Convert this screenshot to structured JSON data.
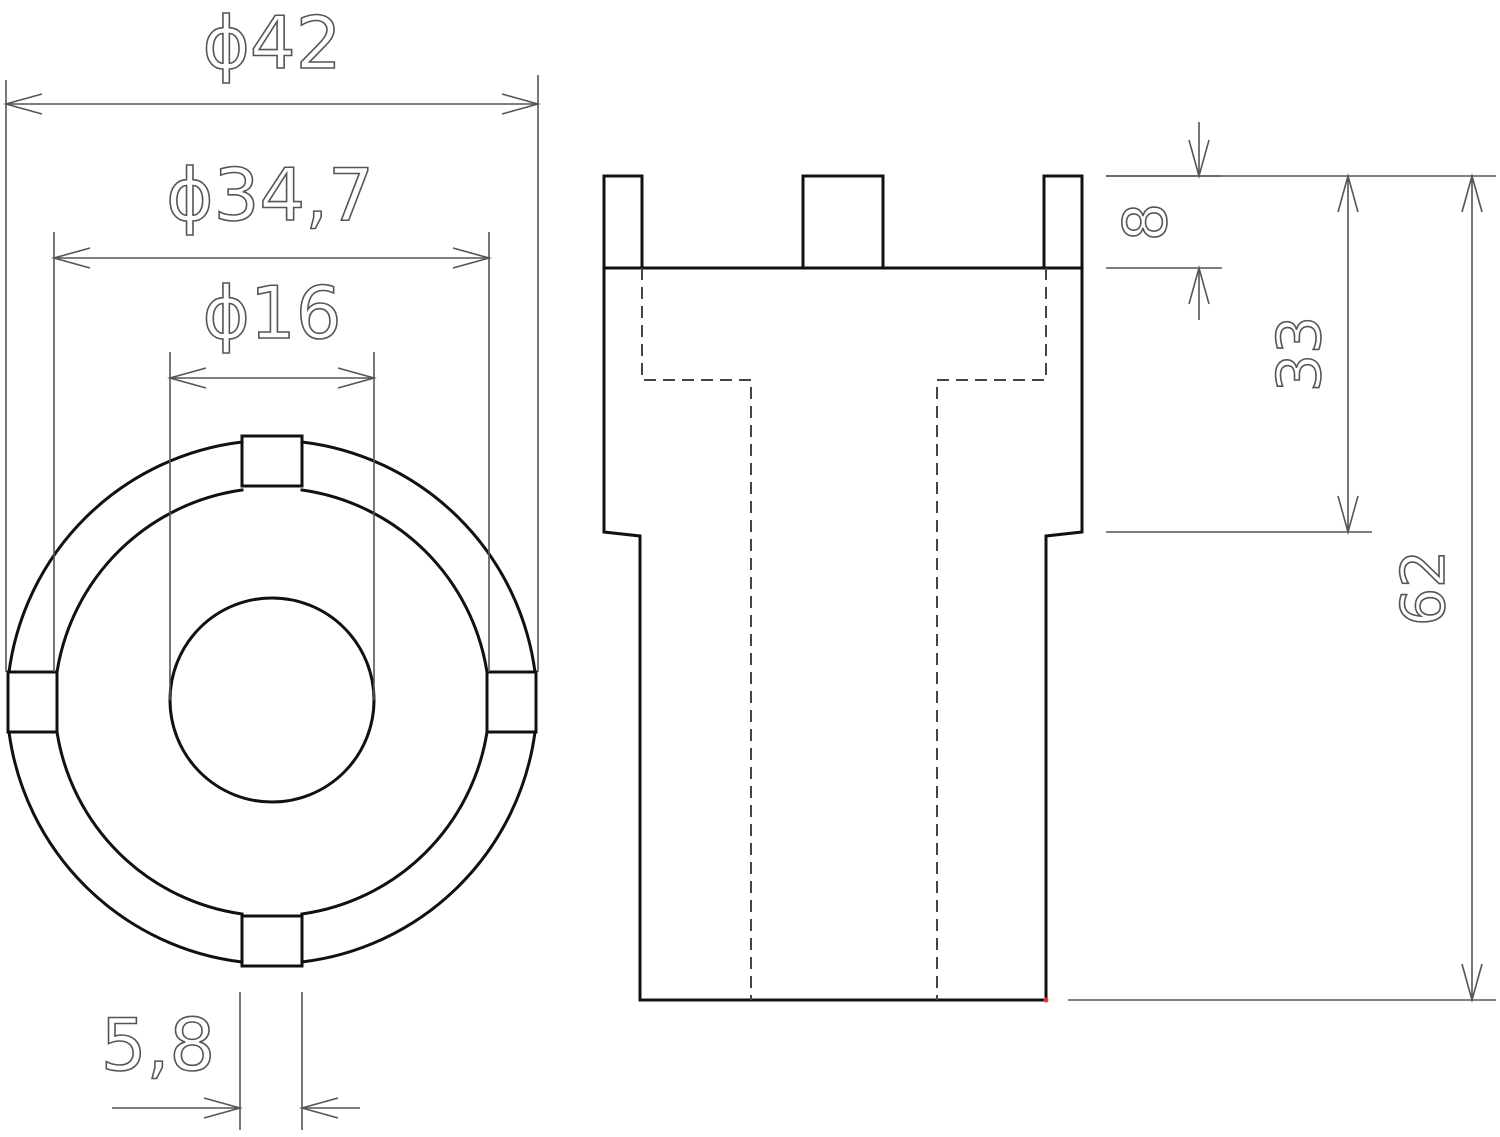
{
  "drawing": {
    "top_view": {
      "dimensions": {
        "outer_diameter": "ϕ42",
        "slot_diameter": "ϕ34,7",
        "bore_diameter": "ϕ16",
        "slot_width": "5,8"
      }
    },
    "side_view": {
      "dimensions": {
        "tooth_height": "8",
        "head_height": "33",
        "total_height": "62"
      }
    },
    "colors": {
      "object_line": "#111111",
      "dimension_line": "#555555",
      "marker": "#e03030"
    }
  }
}
